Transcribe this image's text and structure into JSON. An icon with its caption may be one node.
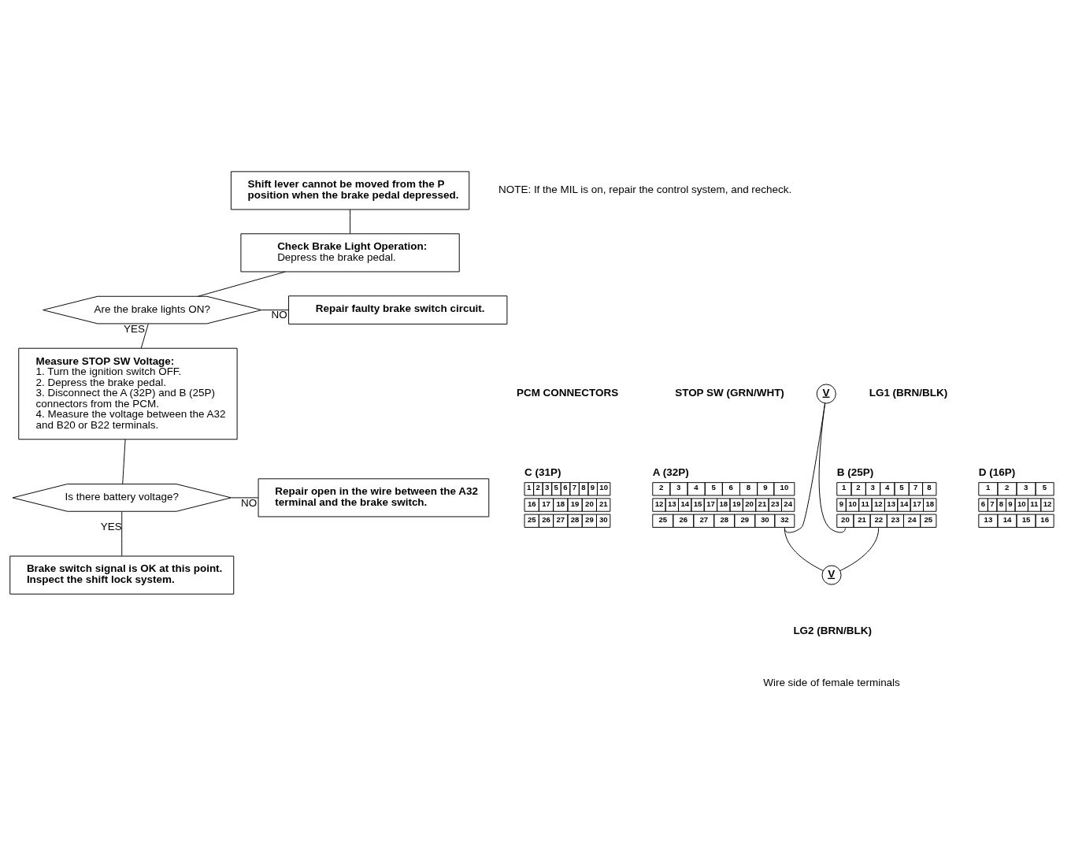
{
  "diagram": {
    "nodes": [
      {
        "text": [
          "Shift lever cannot be moved from the P position when the brake pedal depressed."
        ]
      },
      {
        "text": [
          "Check Brake Light Operation:",
          "Depress the brake pedal."
        ]
      },
      {
        "text": [
          "Are the brake lights ON?"
        ]
      },
      {
        "text": [
          "Repair faulty brake switch circuit."
        ]
      },
      {
        "text": [
          "Measure STOP SW Voltage:",
          "1. Turn the ignition switch OFF.",
          "2. Depress the brake pedal.",
          "3. Disconnect the A (32P) and B (25P) connectors from the PCM.",
          "4. Measure the voltage between the A32 and B20 or B22 terminals."
        ]
      },
      {
        "text": [
          "Is there battery voltage?"
        ]
      },
      {
        "text": [
          "Repair open in the wire between the A32 terminal and the brake switch."
        ]
      },
      {
        "text": [
          "Brake switch signal is OK at this point. Inspect the shift lock system."
        ]
      },
      {
        "text": [
          "A (32P)",
          "2",
          "3",
          "4",
          "5",
          "6",
          "8",
          "9",
          "10",
          "12",
          "13",
          "14",
          "15",
          "17",
          "18",
          "19",
          "20",
          "21",
          "23",
          "24",
          "25",
          "26",
          "27",
          "28",
          "29",
          "30",
          "32"
        ]
      },
      {
        "text": [
          "B (25P)",
          "1",
          "2",
          "3",
          "4",
          "5",
          "7",
          "8",
          "9",
          "10",
          "11",
          "12",
          "13",
          "14",
          "17",
          "18",
          "20",
          "21",
          "22",
          "23",
          "24",
          "25"
        ]
      },
      {
        "text": [
          "C (31P)",
          "1",
          "2",
          "3",
          "5",
          "6",
          "7",
          "8",
          "9",
          "10",
          "16",
          "17",
          "18",
          "19",
          "20",
          "21",
          "25",
          "26",
          "27",
          "28",
          "29",
          "30"
        ]
      },
      {
        "text": [
          "D (16P)",
          "1",
          "2",
          "3",
          "5",
          "6",
          "7",
          "8",
          "9",
          "10",
          "11",
          "12",
          "13",
          "14",
          "15",
          "16"
        ]
      },
      {
        "text": [
          "V"
        ]
      },
      {
        "text": [
          "V"
        ]
      }
    ],
    "edges": [
      {
        "from": 0,
        "to": 1,
        "arrow": "none"
      },
      {
        "from": 1,
        "to": 2,
        "arrow": "none"
      },
      {
        "from": 2,
        "to": 3,
        "arrow": "none",
        "label": "NO"
      },
      {
        "from": 2,
        "to": 4,
        "arrow": "none",
        "label": "YES"
      },
      {
        "from": 4,
        "to": 5,
        "arrow": "none"
      },
      {
        "from": 5,
        "to": 6,
        "arrow": "none",
        "label": "NO"
      },
      {
        "from": 5,
        "to": 7,
        "arrow": "none",
        "label": "YES"
      },
      {
        "from": 8,
        "to": 12,
        "arrow": "none"
      },
      {
        "from": 12,
        "to": 9,
        "arrow": "none"
      },
      {
        "from": 8,
        "to": 13,
        "arrow": "none"
      },
      {
        "from": 13,
        "to": 9,
        "arrow": "none"
      }
    ],
    "labels": [
      "NOTE: If the MIL is on, repair the control system, and recheck.",
      "PCM CONNECTORS",
      "STOP SW (GRN/WHT)",
      "LG1 (BRN/BLK)",
      "LG2 (BRN/BLK)",
      "Wire side of female terminals"
    ]
  }
}
